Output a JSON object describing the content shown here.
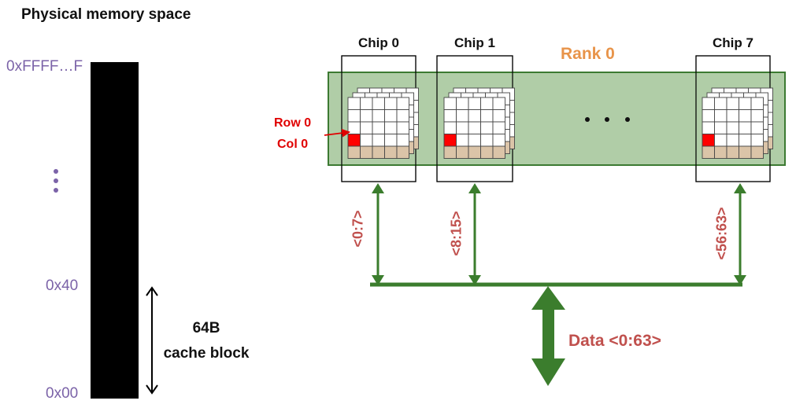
{
  "memory_space": {
    "title": "Physical memory space",
    "top_address": "0xFFFF…F",
    "mid_address": "0x40",
    "bottom_address": "0x00",
    "cache_block_size": "64B",
    "cache_block_label": "cache block"
  },
  "dram": {
    "rank_label": "Rank 0",
    "chips": [
      {
        "label": "Chip 0",
        "bits": "<0:7>"
      },
      {
        "label": "Chip 1",
        "bits": "<8:15>"
      },
      {
        "label": "Chip 7",
        "bits": "<56:63>"
      }
    ],
    "row_label": "Row 0",
    "col_label": "Col 0",
    "data_bus_label": "Data <0:63>"
  },
  "colors": {
    "rank_fill": "#a9c9a0",
    "rank_border": "#3c7a32",
    "bus": "#3b7d2d",
    "highlight_cell": "#ff0000",
    "sense_amp_cell": "#dbc4a8",
    "address_text": "#7b63a8",
    "rank_text": "#e8944a",
    "bus_text": "#c0504d"
  }
}
